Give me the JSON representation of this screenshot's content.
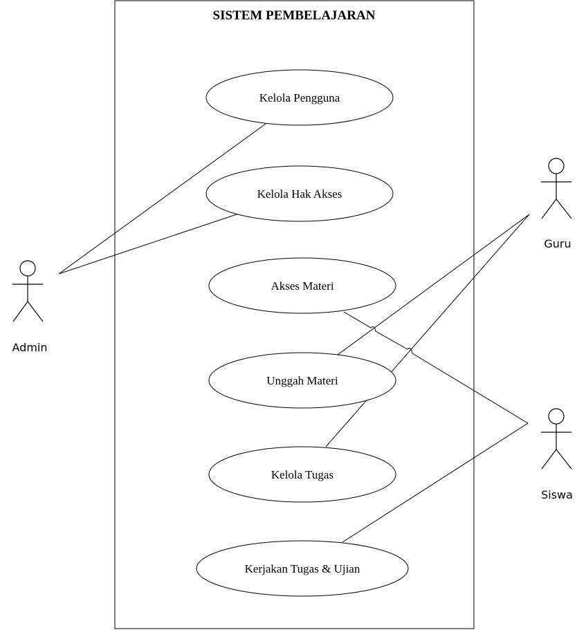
{
  "system": {
    "title": "SISTEM PEMBELAJARAN"
  },
  "use_cases": [
    {
      "id": "kelola-pengguna",
      "label": "Kelola Pengguna"
    },
    {
      "id": "kelola-hak-akses",
      "label": "Kelola Hak Akses"
    },
    {
      "id": "akses-materi",
      "label": "Akses Materi"
    },
    {
      "id": "unggah-materi",
      "label": "Unggah Materi"
    },
    {
      "id": "kelola-tugas",
      "label": "Kelola Tugas"
    },
    {
      "id": "kerjakan-tugas-ujian",
      "label": "Kerjakan Tugas & Ujian"
    }
  ],
  "actors": [
    {
      "id": "admin",
      "label": "Admin"
    },
    {
      "id": "guru",
      "label": "Guru"
    },
    {
      "id": "siswa",
      "label": "Siswa"
    }
  ],
  "associations": [
    {
      "actor": "admin",
      "use_case": "kelola-pengguna"
    },
    {
      "actor": "admin",
      "use_case": "kelola-hak-akses"
    },
    {
      "actor": "guru",
      "use_case": "unggah-materi"
    },
    {
      "actor": "guru",
      "use_case": "kelola-tugas"
    },
    {
      "actor": "siswa",
      "use_case": "akses-materi"
    },
    {
      "actor": "siswa",
      "use_case": "kerjakan-tugas-ujian"
    }
  ]
}
